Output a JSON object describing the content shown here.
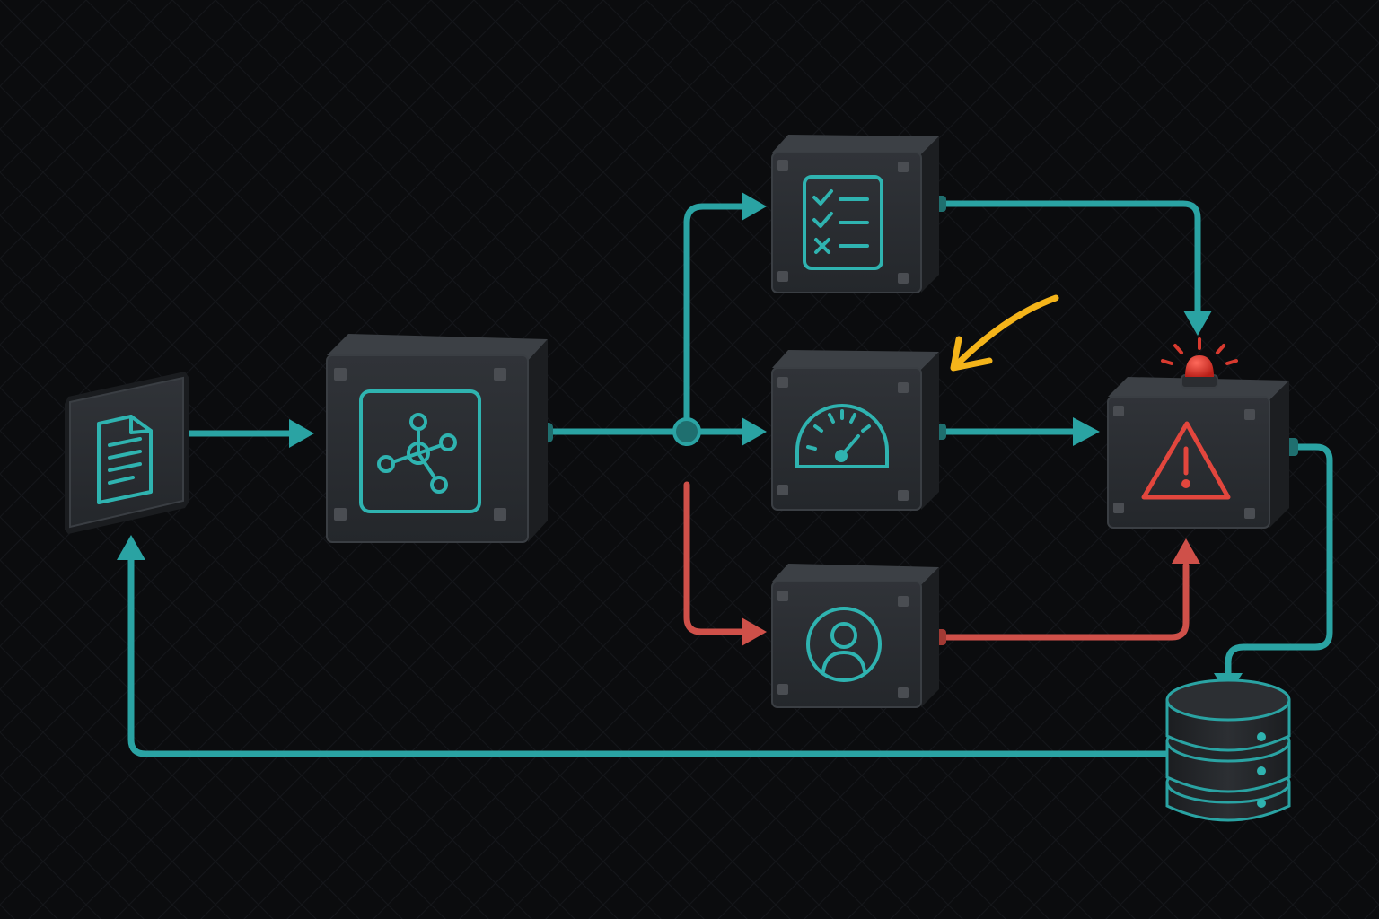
{
  "colors": {
    "background": "#0b0c0e",
    "grid": "#15171a",
    "box_face": "#2a2d31",
    "box_top": "#3c4045",
    "box_side": "#1c1e21",
    "bolt": "#4a4d52",
    "flow_teal": "#2aa3a3",
    "flow_red": "#cf5049",
    "icon_teal": "#2fb3b0",
    "alert_red": "#e2463d",
    "annotation_yellow": "#f4b41a"
  },
  "nodes": [
    {
      "id": "document",
      "icon": "document-icon"
    },
    {
      "id": "hub",
      "icon": "network-hub-icon"
    },
    {
      "id": "checklist",
      "icon": "checklist-icon"
    },
    {
      "id": "gauge",
      "icon": "gauge-icon"
    },
    {
      "id": "user",
      "icon": "user-icon"
    },
    {
      "id": "alert",
      "icon": "warning-triangle-icon"
    },
    {
      "id": "database",
      "icon": "database-icon"
    }
  ],
  "edges": [
    {
      "from": "document",
      "to": "hub",
      "color": "teal"
    },
    {
      "from": "hub",
      "to": "checklist",
      "color": "teal"
    },
    {
      "from": "hub",
      "to": "gauge",
      "color": "teal"
    },
    {
      "from": "hub",
      "to": "user",
      "color": "red"
    },
    {
      "from": "checklist",
      "to": "alert",
      "color": "teal"
    },
    {
      "from": "gauge",
      "to": "alert",
      "color": "teal"
    },
    {
      "from": "user",
      "to": "alert",
      "color": "red"
    },
    {
      "from": "alert",
      "to": "database",
      "color": "teal"
    },
    {
      "from": "database",
      "to": "document",
      "color": "teal"
    }
  ],
  "annotations": [
    {
      "id": "highlight-arrow",
      "target": "gauge",
      "color": "yellow"
    }
  ]
}
